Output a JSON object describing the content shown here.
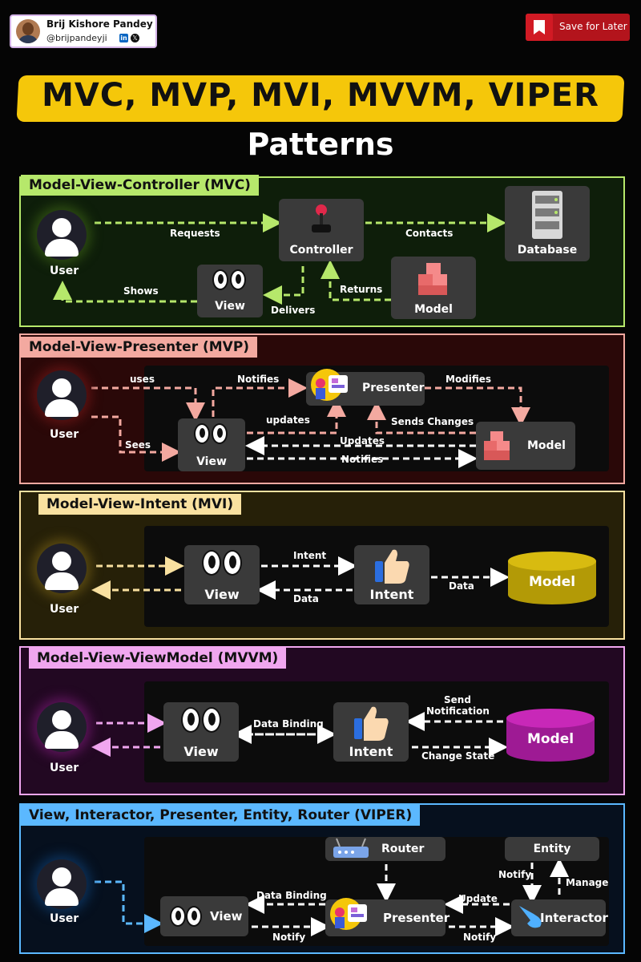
{
  "author": {
    "name": "Brij Kishore Pandey",
    "handle": "@brijpandeyji",
    "linkedin_icon": "in",
    "x_icon": "𝕏"
  },
  "save_later": "Save for Later",
  "title": {
    "line1": "MVC, MVP, MVI, MVVM, VIPER",
    "line2": "Patterns"
  },
  "mvc": {
    "heading": "Model-View-Controller (MVC)",
    "user": "User",
    "controller": "Controller",
    "database": "Database",
    "view": "View",
    "model": "Model",
    "requests": "Requests",
    "contacts": "Contacts",
    "shows": "Shows",
    "delivers": "Delivers",
    "returns": "Returns",
    "color": "#b6e86b"
  },
  "mvp": {
    "heading": "Model-View-Presenter (MVP)",
    "user": "User",
    "view": "View",
    "presenter": "Presenter",
    "model": "Model",
    "uses": "uses",
    "sees": "Sees",
    "notifies_top": "Notifies",
    "modifies": "Modifies",
    "updates_up": "updates",
    "sends_changes": "Sends Changes",
    "updates": "Updates",
    "notifies": "Notifies",
    "color": "#f3a9a0"
  },
  "mvi": {
    "heading": "Model-View-Intent (MVI)",
    "user": "User",
    "view": "View",
    "intent": "Intent",
    "model": "Model",
    "intent_label": "Intent",
    "data_back": "Data",
    "data": "Data",
    "color": "#f9e1a0"
  },
  "mvvm": {
    "heading": "Model-View-ViewModel (MVVM)",
    "user": "User",
    "view": "View",
    "intent": "Intent",
    "model": "Model",
    "data_binding": "Data Binding",
    "send_notification_1": "Send",
    "send_notification_2": "Notification",
    "change_state": "Change State",
    "color": "#f0a6ef"
  },
  "viper": {
    "heading": "View, Interactor, Presenter, Entity, Router (VIPER)",
    "user": "User",
    "view": "View",
    "router": "Router",
    "entity": "Entity",
    "presenter": "Presenter",
    "interactor": "Interactor",
    "data_binding": "Data Binding",
    "notify_view": "Notify",
    "update": "Update",
    "notify_int": "Notify",
    "notify_entity": "Notify",
    "manage": "Manage",
    "color": "#5bb8ff"
  }
}
